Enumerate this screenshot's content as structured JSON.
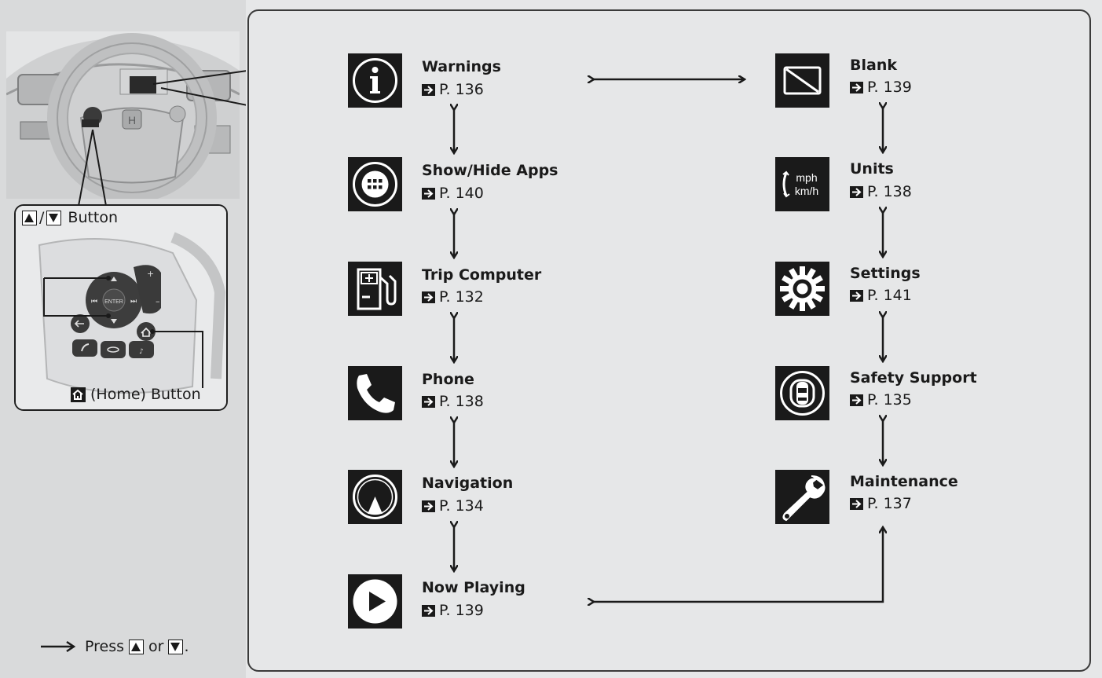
{
  "left": {
    "button_label": "Button",
    "button_sep": "/",
    "home_label": "(Home) Button",
    "steering_texts": {
      "enter": "ENTER",
      "prev": "⏮",
      "next": "⏭",
      "plus": "+",
      "minus": "–"
    }
  },
  "legend": {
    "press": "Press",
    "or": "or",
    "end": "."
  },
  "items": [
    {
      "title": "Warnings",
      "page": "P. 136",
      "icon": "info-icon"
    },
    {
      "title": "Show/Hide Apps",
      "page": "P. 140",
      "icon": "apps-grid-icon"
    },
    {
      "title": "Trip Computer",
      "page": "P. 132",
      "icon": "fuel-pump-icon"
    },
    {
      "title": "Phone",
      "page": "P. 138",
      "icon": "phone-icon"
    },
    {
      "title": "Navigation",
      "page": "P. 134",
      "icon": "navigation-compass-icon"
    },
    {
      "title": "Now Playing",
      "page": "P. 139",
      "icon": "play-icon"
    },
    {
      "title": "Blank",
      "page": "P. 139",
      "icon": "blank-screen-icon"
    },
    {
      "title": "Units",
      "page": "P. 138",
      "icon": "units-mph-kmh-icon",
      "icon_text_top": "mph",
      "icon_text_bottom": "km/h"
    },
    {
      "title": "Settings",
      "page": "P. 141",
      "icon": "gear-icon"
    },
    {
      "title": "Safety Support",
      "page": "P. 135",
      "icon": "safety-car-icon"
    },
    {
      "title": "Maintenance",
      "page": "P. 137",
      "icon": "wrench-icon"
    }
  ]
}
